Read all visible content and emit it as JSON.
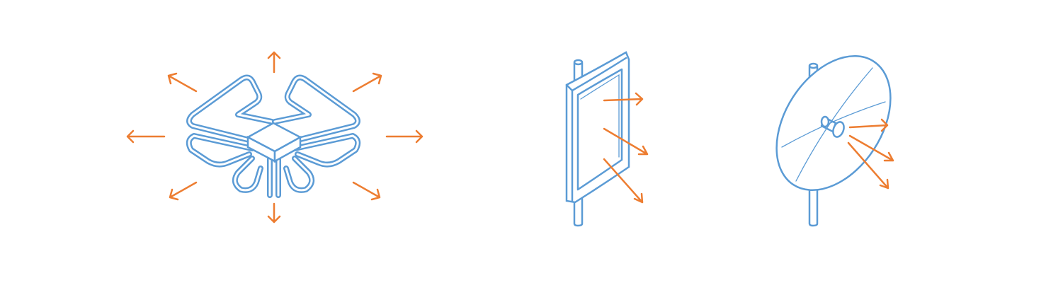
{
  "colors": {
    "antenna_stroke": "#5b9bd5",
    "radiation_arrow": "#ed7d31",
    "background": "#ffffff"
  },
  "icons": [
    {
      "name": "omnidirectional-antenna-icon"
    },
    {
      "name": "panel-antenna-icon"
    },
    {
      "name": "dish-antenna-icon"
    }
  ],
  "arrow_counts": {
    "omnidirectional": 8,
    "panel": 3,
    "dish": 3
  }
}
